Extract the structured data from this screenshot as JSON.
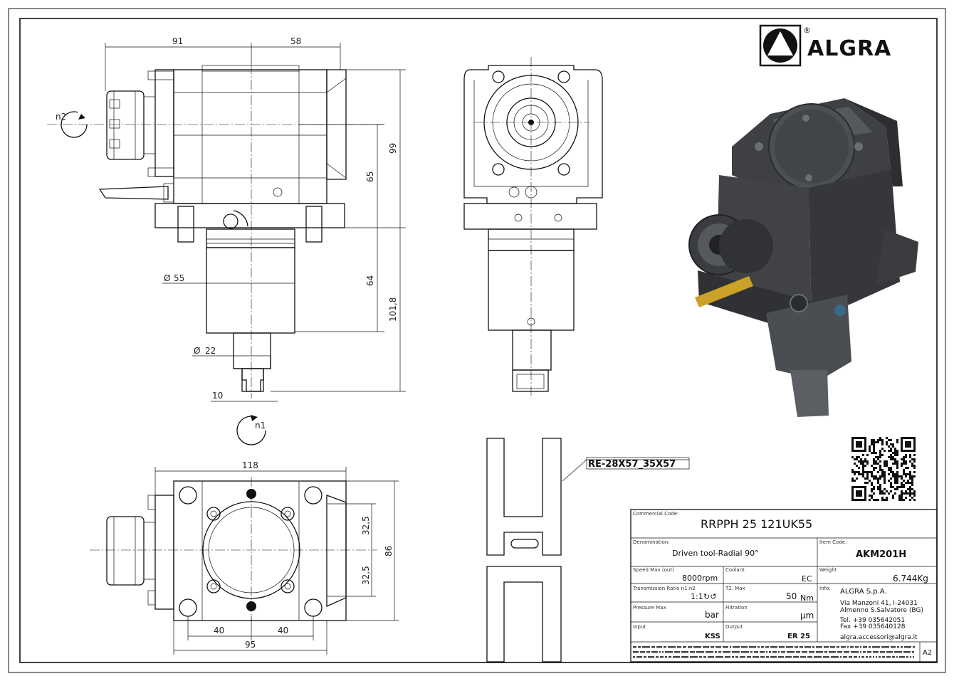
{
  "brand": {
    "name": "ALGRA",
    "registered": "®"
  },
  "dimensions": {
    "front_view": {
      "width_left": "91",
      "width_right": "58",
      "height_total": "99",
      "height_upper": "65",
      "height_shank": "64",
      "height_lower": "101,8",
      "diameter_body": "55",
      "diameter_shank": "22",
      "shank_tip": "10",
      "rotation_output": "n2",
      "rotation_input": "n1"
    },
    "top_view": {
      "width_total": "118",
      "depth_total": "86",
      "half_depth_top": "32,5",
      "half_depth_bottom": "32,5",
      "hole_spacing_left": "40",
      "hole_spacing_right": "40",
      "base_width": "95"
    }
  },
  "diameter_symbol": "Ø",
  "profile_callout": "RE-28X57_35X57",
  "title_block": {
    "commercial_code_label": "Commercial Code:",
    "commercial_code": "RRPPH 25 121UK55",
    "denomination_label": "Denomination:",
    "denomination": "Driven tool-Radial 90°",
    "item_code_label": "Item Code:",
    "item_code": "AKM201H",
    "speed_label": "Speed Max (out)",
    "speed": "8000rpm",
    "coolant_label": "Coolant",
    "coolant": "EC",
    "weight_label": "Weight",
    "weight": "6.744Kg",
    "ratio_label": "Transmission Ratio n1:n2",
    "ratio": "1:1",
    "ratio_icons": "↻↺",
    "torque_label": "T2. Max",
    "torque": "50",
    "torque_unit": "Nm",
    "info_label": "Info:",
    "company": "ALGRA S.p.A.",
    "address1": "Via Manzoni 41, I-24031",
    "address2": "Almenno S.Salvatore (BG)",
    "phone": "Tel. +39 035642051",
    "fax": "Fax +39 035640128",
    "email": "algra.accessori@algra.it",
    "pressure_label": "Pressure Max",
    "pressure_unit": "bar",
    "filtration_label": "Filtration",
    "filtration_unit": "µm",
    "input_label": "Input",
    "input": "KSS",
    "output_label": "Output",
    "output": "ER 25",
    "sheet_size": "A2"
  },
  "colors": {
    "line": "#111111",
    "render_body": "#4a4c4f",
    "render_dark": "#2e3033",
    "render_light": "#6b6e72",
    "tool_gold": "#c9a227"
  },
  "icons": [
    "rotation-arrow-icon",
    "qr-code-icon",
    "logo-triangle-icon"
  ]
}
